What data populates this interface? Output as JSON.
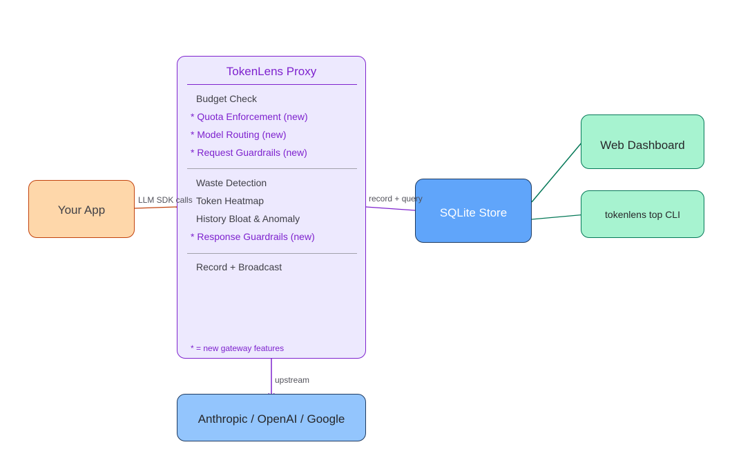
{
  "nodes": {
    "app": "Your App",
    "proxy": {
      "title": "TokenLens Proxy",
      "features": [
        "Budget Check",
        "* Quota Enforcement  (new)",
        "* Model Routing  (new)",
        "* Request Guardrails  (new)",
        "Waste Detection",
        "Token Heatmap",
        "History Bloat & Anomaly",
        "* Response Guardrails  (new)",
        "Record + Broadcast"
      ],
      "legend": "* = new gateway features"
    },
    "sqlite": "SQLite Store",
    "dashboard": "Web Dashboard",
    "cli": "tokenlens top CLI",
    "upstream": "Anthropic / OpenAI / Google"
  },
  "edges": {
    "sdk_calls": "LLM SDK calls",
    "record_query": "record + query",
    "upstream": "upstream"
  },
  "colors": {
    "app_fill": "#fed7aa",
    "app_stroke": "#c2410c",
    "proxy_fill": "#ede9fe",
    "proxy_stroke": "#7e22ce",
    "store_fill": "#60a5fa",
    "store_stroke": "#1e3a5f",
    "ui_fill": "#a7f3d0",
    "ui_stroke": "#047857",
    "upstream_fill": "#93c5fd"
  }
}
